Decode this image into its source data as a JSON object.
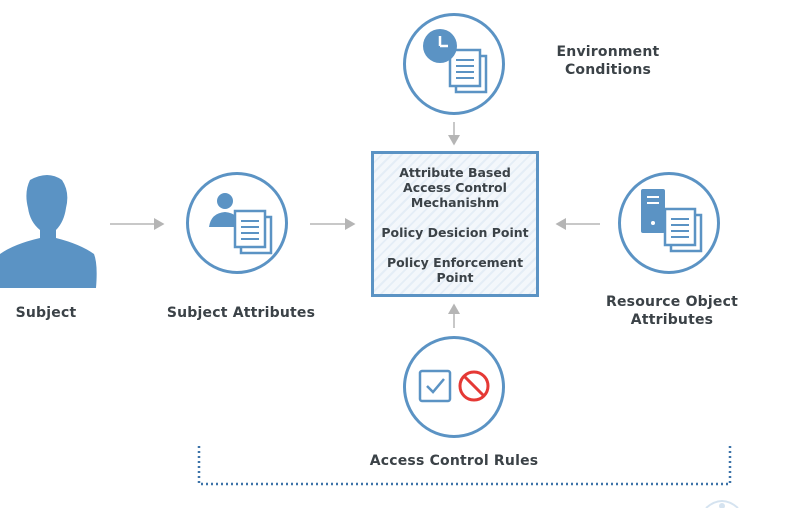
{
  "diagram": {
    "nodes": {
      "subject": {
        "label": "Subject"
      },
      "subject_attributes": {
        "label": "Subject Attributes"
      },
      "environment_conditions": {
        "label_line1": "Environment",
        "label_line2": "Conditions"
      },
      "resource_object_attributes": {
        "label_line1": "Resource Object",
        "label_line2": "Attributes"
      },
      "access_control_rules": {
        "label": "Access Control Rules"
      }
    },
    "center": {
      "title_line1": "Attribute Based",
      "title_line2": "Access Control",
      "title_line3": "Mechanishm",
      "pdp": "Policy Desicion Point",
      "pep_line1": "Policy Enforcement",
      "pep_line2": "Point"
    },
    "colors": {
      "accent": "#5b93c4",
      "arrow": "#b5b5b5",
      "deny_red": "#e53935",
      "text": "#3b4247"
    },
    "icons": {
      "subject": "person-silhouette-icon",
      "subject_attributes": "person-document-icon",
      "environment_conditions": "clock-document-icon",
      "resource_object_attributes": "server-document-icon",
      "access_control_rules": "check-and-deny-icon"
    }
  }
}
